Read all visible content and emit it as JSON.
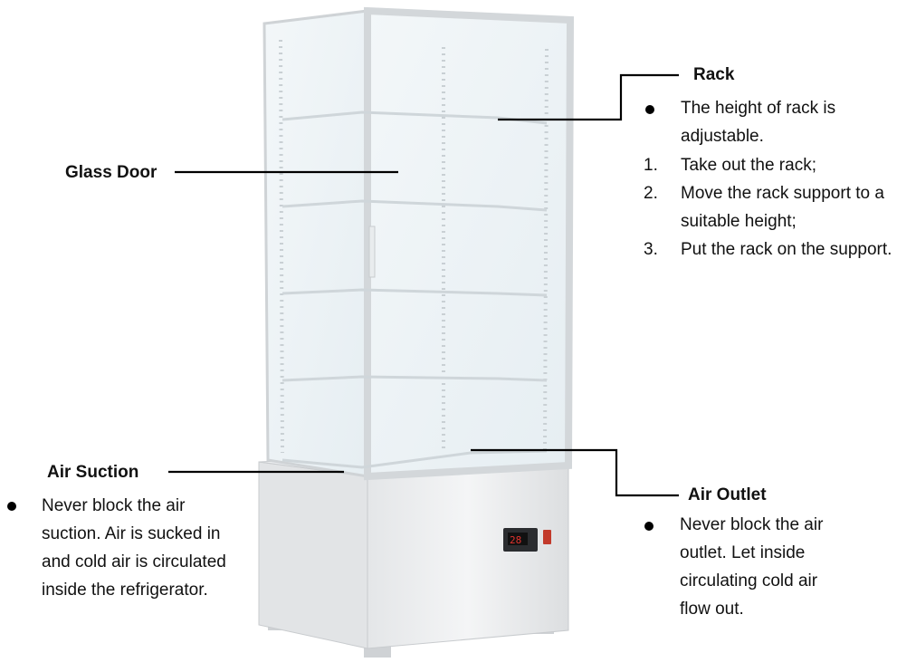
{
  "labels": {
    "rack": {
      "title": "Rack",
      "bullet": "The height of rack is adjustable.",
      "steps": [
        {
          "num": "1.",
          "text": "Take out the rack;"
        },
        {
          "num": "2.",
          "text": "Move the rack support to a suitable height;"
        },
        {
          "num": "3.",
          "text": "Put the rack on the support."
        }
      ]
    },
    "glass_door": {
      "title": "Glass Door"
    },
    "air_suction": {
      "title": "Air Suction",
      "bullet": "Never block the air suction. Air is sucked in and cold air is circulated inside the refrigerator."
    },
    "air_outlet": {
      "title": "Air Outlet",
      "bullet": "Never block the air outlet. Let inside circulating cold air flow out."
    }
  },
  "display": {
    "reading": "28"
  }
}
